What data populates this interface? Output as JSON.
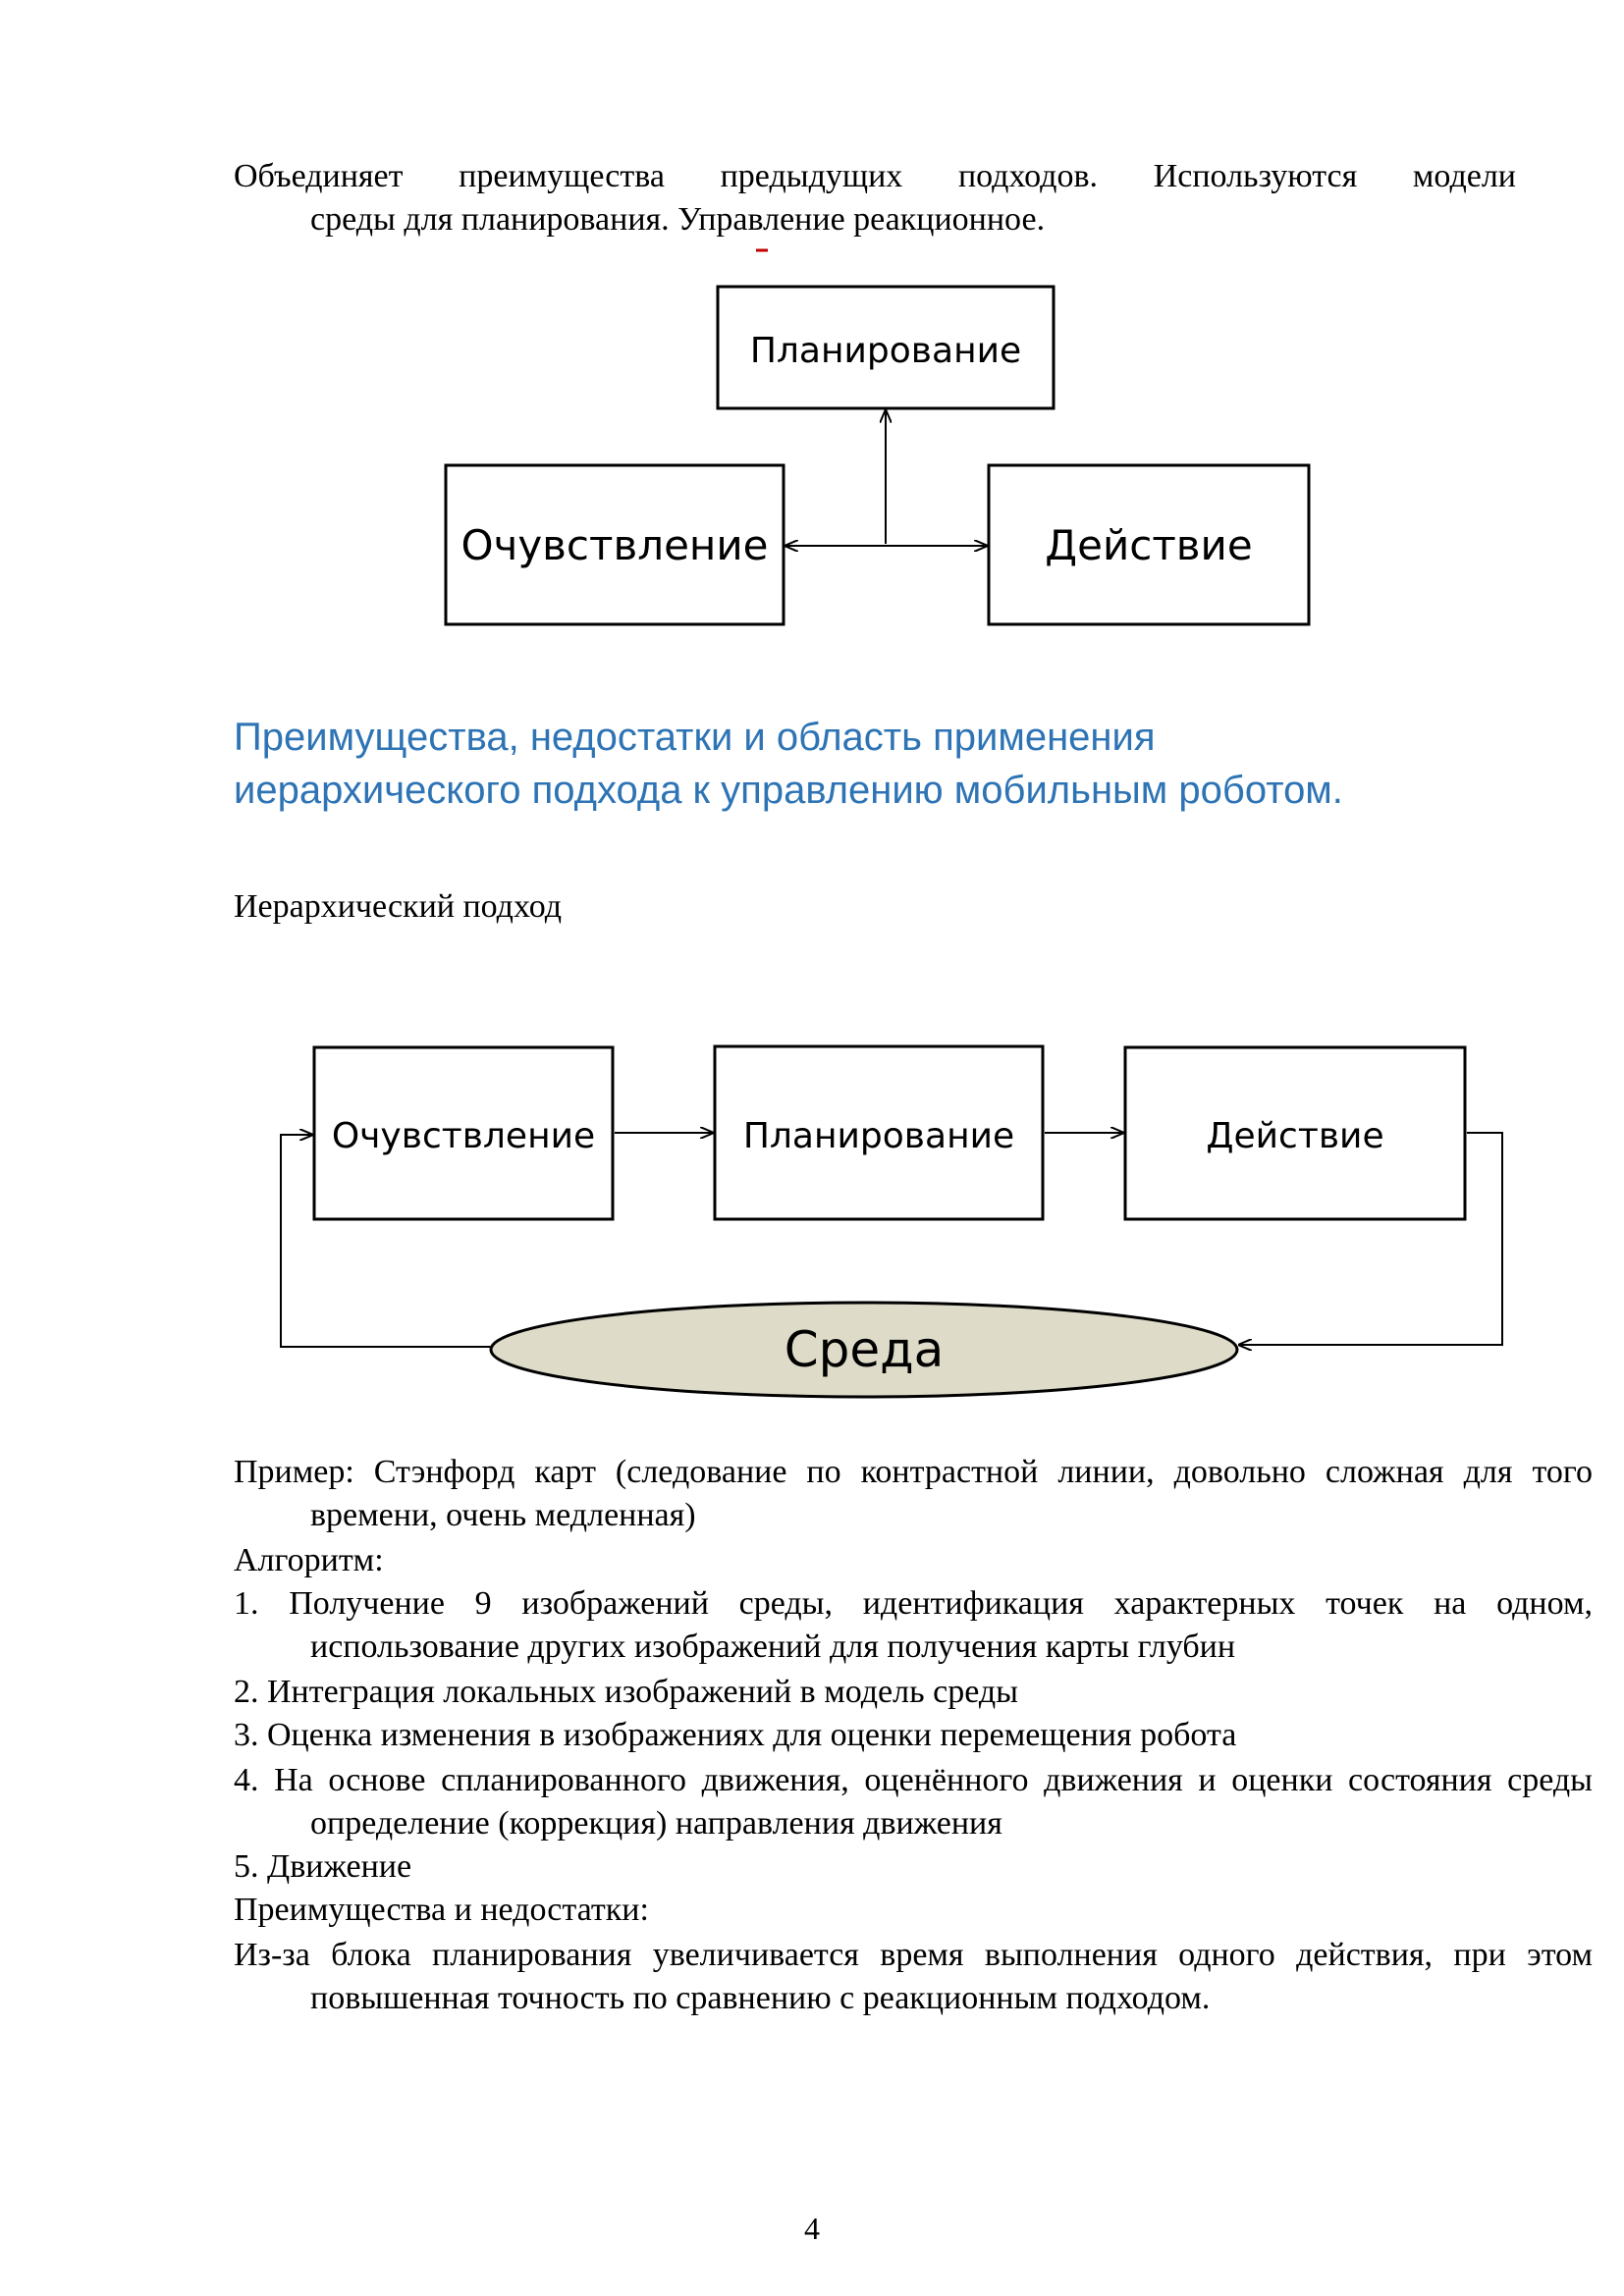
{
  "intro": {
    "line1": "Объединяет преимущества предыдущих подходов. Используются модели",
    "line2": "среды для планирования. Управление реакционное."
  },
  "diagram1": {
    "planning": "Планирование",
    "sensing": "Очувствление",
    "action": "Действие"
  },
  "heading": {
    "line1": "Преимущества, недостатки и область применения",
    "line2": "иерархического подхода к управлению мобильным роботом."
  },
  "subheading": "Иерархический подход",
  "diagram2": {
    "sensing": "Очувствление",
    "planning": "Планирование",
    "action": "Действие",
    "environment": "Среда",
    "environment_color": "#dedbc8"
  },
  "body": {
    "example": "Пример: Стэнфорд карт (следование по контрастной линии, довольно сложная для того времени, очень медленная)",
    "algorithm_title": "Алгоритм:",
    "steps": [
      "1. Получение 9 изображений среды, идентификация характерных точек на одном, использование других изображений для получения карты глубин",
      "2. Интеграция локальных изображений в модель среды",
      "3. Оценка изменения в изображениях для оценки перемещения робота",
      "4. На основе спланированного движения, оценённого движения и оценки состояния среды определение (коррекция) направления движения",
      "5. Движение"
    ],
    "pros_cons_title": "Преимущества и недостатки:",
    "pros_cons": "Из-за блока планирования увеличивается время выполнения одного действия, при этом повышенная точность по сравнению с реакционным подходом."
  },
  "page_number": "4",
  "colors": {
    "heading": "#2e74b5",
    "spell_mark": "#c00000"
  }
}
